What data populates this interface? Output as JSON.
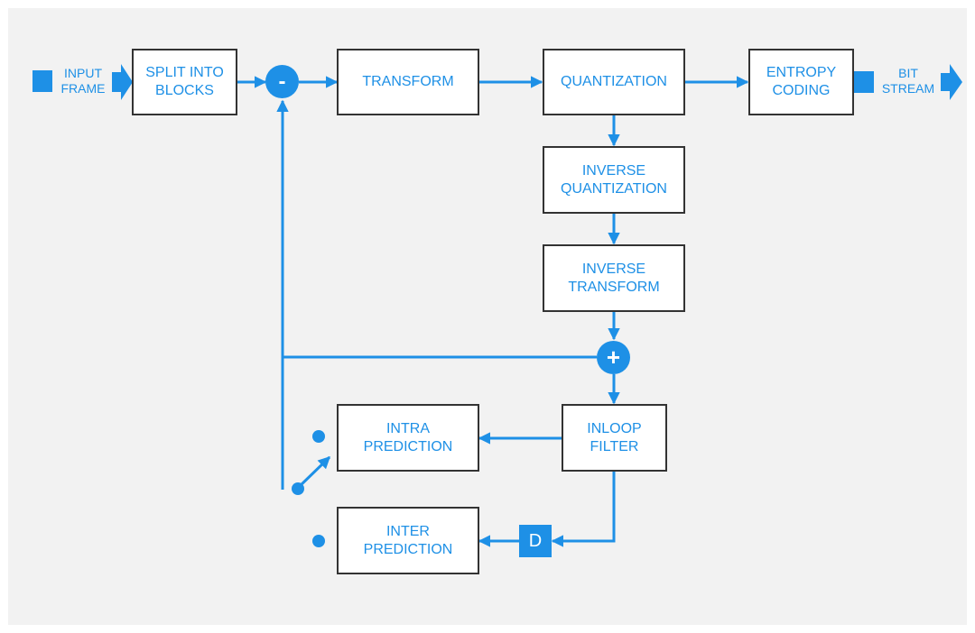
{
  "colors": {
    "accent": "#1e90e6",
    "box_border": "#333333",
    "background": "#f2f2f2"
  },
  "input_label": "INPUT\nFRAME",
  "output_label": "BIT\nSTREAM",
  "blocks": {
    "split": "SPLIT INTO\nBLOCKS",
    "transform": "TRANSFORM",
    "quantization": "QUANTIZATION",
    "entropy": "ENTROPY\nCODING",
    "inverse_quantization": "INVERSE\nQUANTIZATION",
    "inverse_transform": "INVERSE\nTRANSFORM",
    "inloop_filter": "INLOOP\nFILTER",
    "intra_prediction": "INTRA\nPREDICTION",
    "inter_prediction": "INTER\nPREDICTION"
  },
  "nodes": {
    "subtract": "-",
    "add": "+",
    "delay": "D"
  }
}
